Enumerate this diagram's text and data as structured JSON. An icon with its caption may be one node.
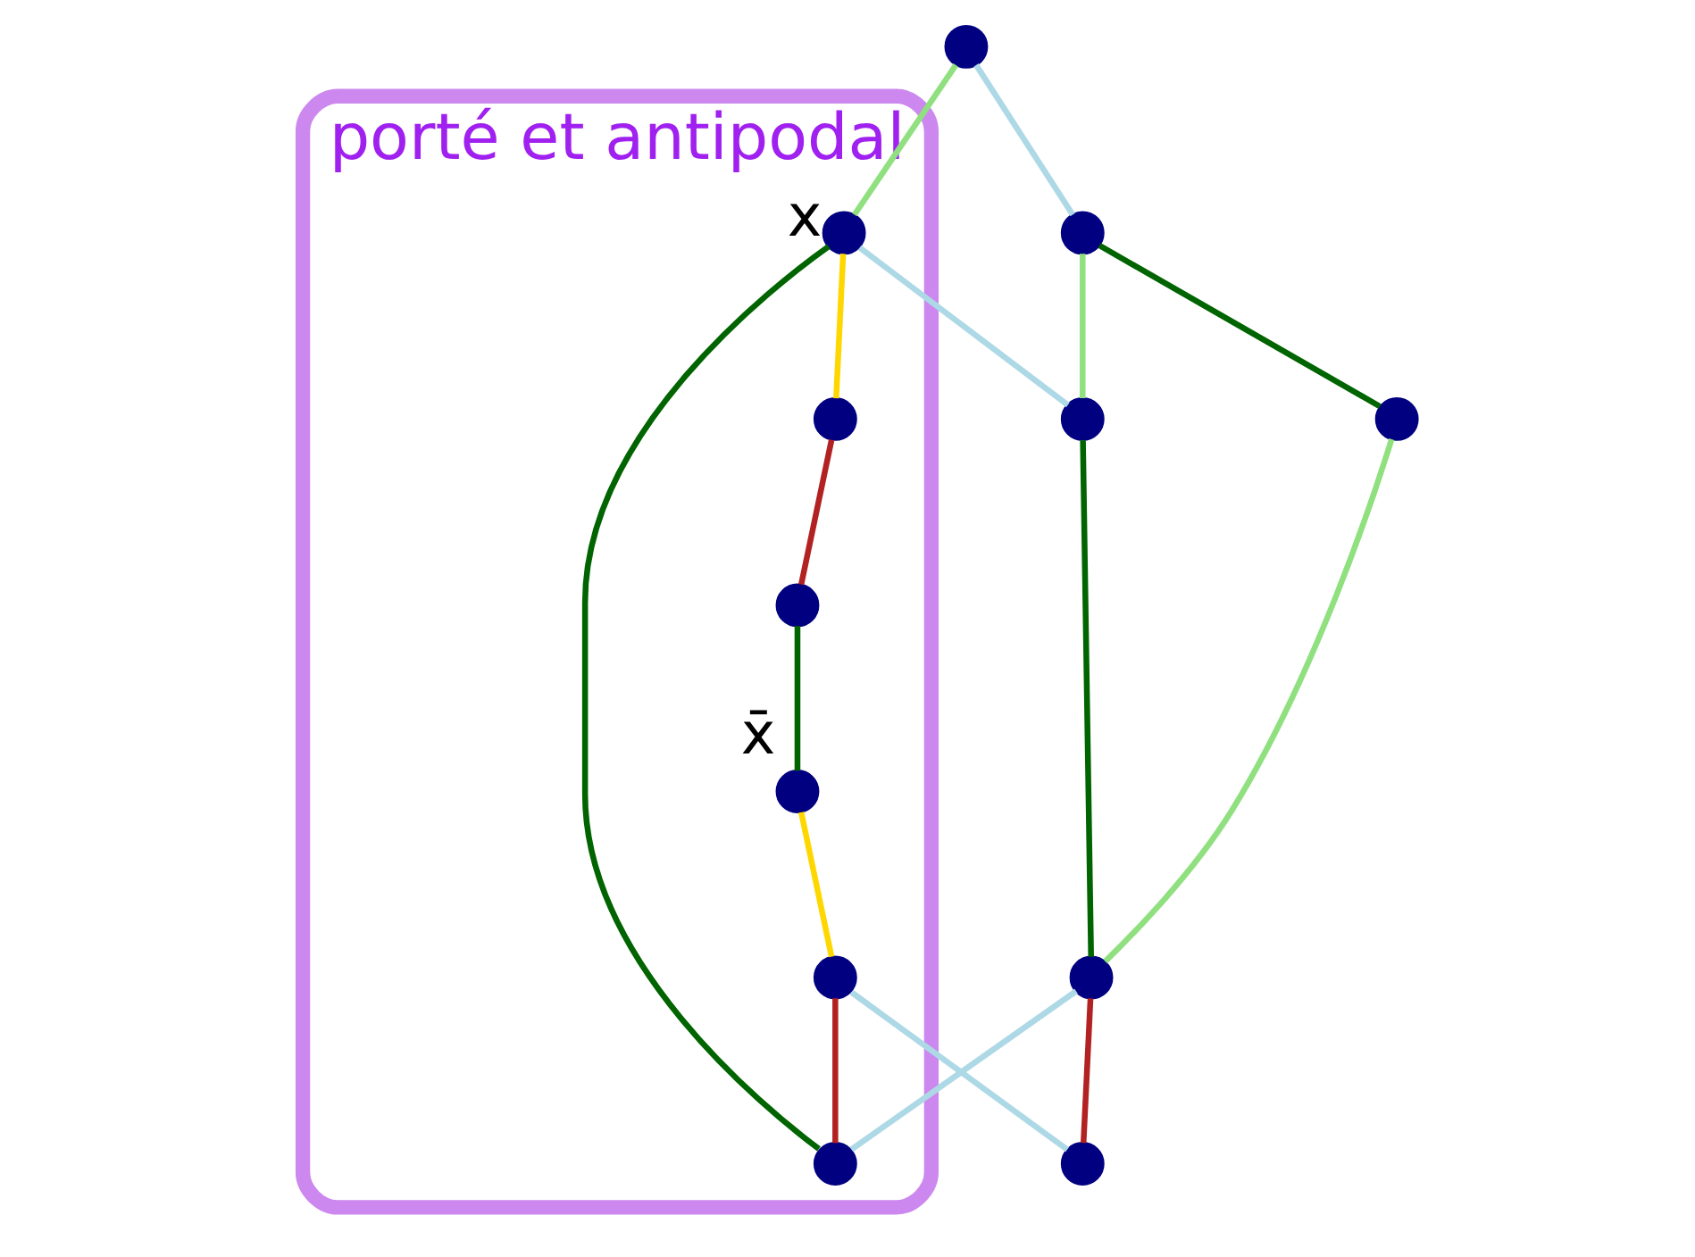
{
  "diagram": {
    "nodes": [
      {
        "text": [
          "porté et antipodal"
        ]
      },
      {
        "text": [],
        "shape": "circle",
        "in": 0
      },
      {
        "text": [],
        "shape": "circle",
        "in": 0
      },
      {
        "text": [],
        "shape": "circle"
      },
      {
        "text": [],
        "shape": "circle",
        "in": 0,
        "beside": [
          "x"
        ]
      },
      {
        "text": [],
        "shape": "circle",
        "in": 0,
        "beside": [
          "x̄"
        ]
      },
      {
        "text": [],
        "shape": "circle"
      },
      {
        "text": [],
        "shape": "circle"
      },
      {
        "text": [],
        "shape": "circle",
        "in": 0
      },
      {
        "text": [],
        "shape": "circle",
        "in": 0
      },
      {
        "text": [],
        "shape": "circle"
      },
      {
        "text": [],
        "shape": "circle"
      },
      {
        "text": [],
        "shape": "circle"
      }
    ],
    "edges": [
      {
        "from": 3,
        "to": 4,
        "arrow": "none",
        "color": "#90e080"
      },
      {
        "from": 3,
        "to": 6,
        "arrow": "none",
        "color": "#add8e6"
      },
      {
        "from": 4,
        "to": 1,
        "arrow": "none",
        "color": "#ffd700"
      },
      {
        "from": 1,
        "to": 2,
        "arrow": "none",
        "color": "#b22222"
      },
      {
        "from": 2,
        "to": 5,
        "arrow": "none",
        "color": "#006400"
      },
      {
        "from": 5,
        "to": 9,
        "arrow": "none",
        "color": "#ffd700"
      },
      {
        "from": 9,
        "to": 8,
        "arrow": "none",
        "color": "#b22222"
      },
      {
        "from": 4,
        "to": 8,
        "arrow": "none",
        "color": "#006400"
      },
      {
        "from": 4,
        "to": 7,
        "arrow": "none",
        "color": "#add8e6"
      },
      {
        "from": 6,
        "to": 7,
        "arrow": "none",
        "color": "#90e080"
      },
      {
        "from": 6,
        "to": 10,
        "arrow": "none",
        "color": "#006400"
      },
      {
        "from": 7,
        "to": 11,
        "arrow": "none",
        "color": "#006400"
      },
      {
        "from": 10,
        "to": 11,
        "arrow": "none",
        "color": "#90e080"
      },
      {
        "from": 11,
        "to": 8,
        "arrow": "none",
        "color": "#add8e6"
      },
      {
        "from": 11,
        "to": 12,
        "arrow": "none",
        "color": "#b22222"
      },
      {
        "from": 9,
        "to": 12,
        "arrow": "none",
        "color": "#add8e6"
      }
    ]
  }
}
